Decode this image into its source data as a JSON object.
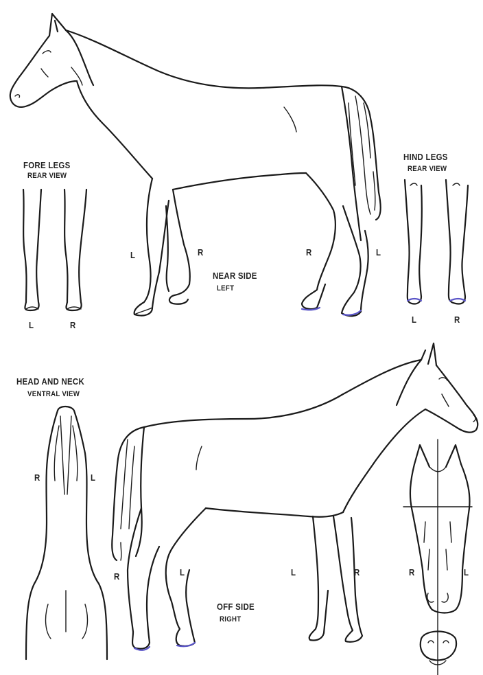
{
  "colors": {
    "ink": "#1a1a1a",
    "paper": "#ffffff",
    "hoof_mark": "#5a55c8"
  },
  "top": {
    "fore_legs_title": "FORE LEGS",
    "fore_legs_subtitle": "REAR VIEW",
    "fore_left": "L",
    "fore_right": "R",
    "hind_legs_title": "HIND LEGS",
    "hind_legs_subtitle": "REAR VIEW",
    "hind_left": "L",
    "hind_right": "R",
    "horse_fore_left": "L",
    "horse_fore_right": "R",
    "horse_hind_right": "R",
    "horse_hind_left": "L",
    "side_title": "NEAR SIDE",
    "side_subtitle": "LEFT"
  },
  "bottom": {
    "head_neck_title": "HEAD AND NECK",
    "head_neck_subtitle": "VENTRAL VIEW",
    "ventral_right": "R",
    "ventral_left": "L",
    "horse_hind_right": "R",
    "horse_hind_left": "L",
    "horse_fore_left": "L",
    "horse_fore_right": "R",
    "face_right": "R",
    "face_left": "L",
    "side_title": "OFF SIDE",
    "side_subtitle": "RIGHT"
  }
}
